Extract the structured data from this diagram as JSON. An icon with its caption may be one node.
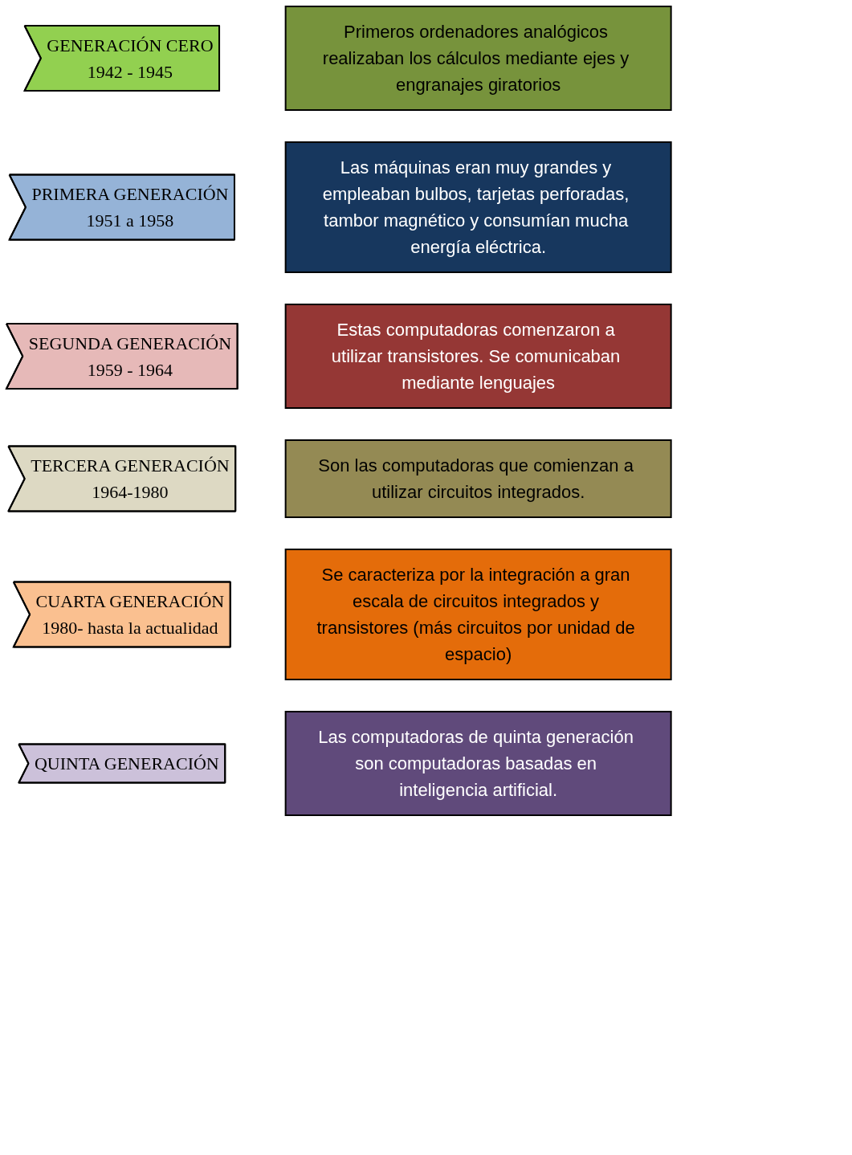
{
  "diagram": {
    "nodes": [
      {
        "text": [
          "GENERACIÓN CERO",
          "1942 - 1945"
        ]
      },
      {
        "text": [
          "Primeros ordenadores analógicos realizaban los cálculos mediante ejes y engranajes giratorios"
        ]
      },
      {
        "text": [
          "PRIMERA GENERACIÓN",
          "1951 a 1958"
        ]
      },
      {
        "text": [
          "Las máquinas eran muy grandes y empleaban bulbos, tarjetas perforadas, tambor magnético y consumían mucha energía eléctrica."
        ]
      },
      {
        "text": [
          "SEGUNDA GENERACIÓN",
          "1959 - 1964"
        ]
      },
      {
        "text": [
          "Estas computadoras comenzaron a utilizar transistores. Se comunicaban mediante lenguajes"
        ]
      },
      {
        "text": [
          "TERCERA GENERACIÓN",
          "1964-1980"
        ]
      },
      {
        "text": [
          "Son las computadoras que comienzan a utilizar circuitos integrados."
        ]
      },
      {
        "text": [
          "CUARTA GENERACIÓN",
          "1980- hasta la actualidad"
        ]
      },
      {
        "text": [
          "Se caracteriza por la integración a gran escala de circuitos integrados y transistores (más circuitos por unidad de espacio)"
        ]
      },
      {
        "text": [
          "QUINTA GENERACIÓN"
        ]
      },
      {
        "text": [
          "Las computadoras de quinta generación son computadoras basadas en inteligencia artificial."
        ]
      }
    ]
  }
}
